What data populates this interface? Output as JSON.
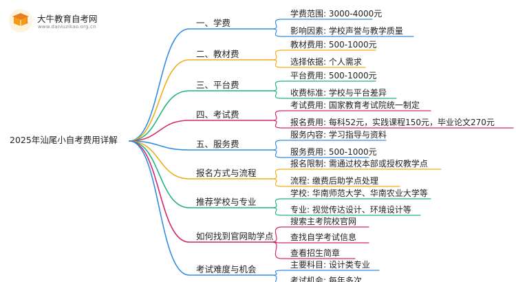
{
  "brand": {
    "name": "大牛教育自考网",
    "url": "www.daniuzikao.org.cn",
    "logo_icon": "graduation-book-icon"
  },
  "root": {
    "label": "2025年汕尾小自考费用详解"
  },
  "branches": [
    {
      "label": "一、学费",
      "color": "#2f8de4",
      "leaves": [
        "学费范围: 3000-4000元",
        "影响因素: 学校声誉与教学质量"
      ]
    },
    {
      "label": "二、教材费",
      "color": "#f0ad16",
      "leaves": [
        "教材费用: 500-1000元",
        "选择依据: 个人需求"
      ]
    },
    {
      "label": "三、平台费",
      "color": "#1fb47c",
      "leaves": [
        "平台费用: 500-1000元",
        "收费标准: 学校与平台差异"
      ]
    },
    {
      "label": "四、考试费",
      "color": "#d6246e",
      "leaves": [
        "考试费用: 国家教育考试院统一制定",
        "报名费用: 每科52元，实践课程150元，毕业论文270元"
      ]
    },
    {
      "label": "五、服务费",
      "color": "#2f8de4",
      "leaves": [
        "服务内容: 学习指导与资料",
        "服务费用: 500-1000元"
      ]
    },
    {
      "label": "报名方式与流程",
      "color": "#f0ad16",
      "leaves": [
        "报名限制: 需通过校本部或授权教学点",
        "流程: 缴费后助学点处理"
      ]
    },
    {
      "label": "推荐学校与专业",
      "color": "#1fb47c",
      "leaves": [
        "学校: 华南师范大学、华南农业大学等",
        "专业: 视觉传达设计、环境设计等"
      ]
    },
    {
      "label": "如何找到官网助学点",
      "color": "#d6246e",
      "leaves": [
        "搜索主考院校官网",
        "查找自学考试信息",
        "查看招生简章"
      ]
    },
    {
      "label": "考试难度与机会",
      "color": "#2f8de4",
      "leaves": [
        "主要科目: 设计类专业",
        "考试机会: 每年多次"
      ]
    }
  ]
}
